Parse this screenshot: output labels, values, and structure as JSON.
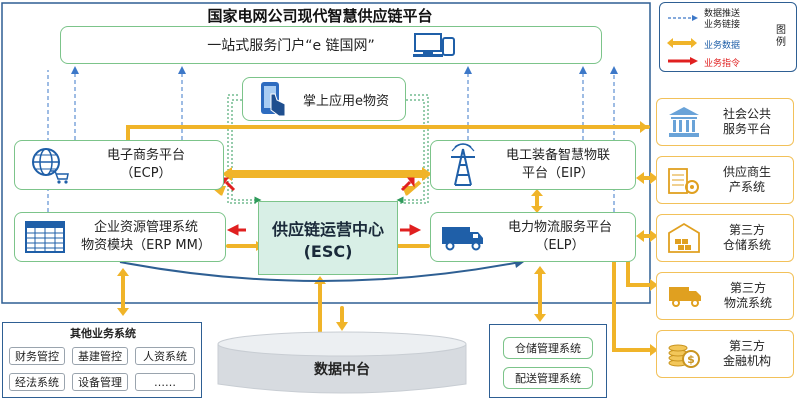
{
  "title": "国家电网公司现代智慧供应链平台",
  "portal": "一站式服务门户“e 链国网”",
  "mobile": "掌上应用e物资",
  "ecp": {
    "line1": "电子商务平台",
    "line2": "（ECP）"
  },
  "erp": {
    "line1": "企业资源管理系统",
    "line2": "物资模块（ERP  MM）"
  },
  "esc": {
    "line1": "供应链运营中心",
    "line2": "(ESC)"
  },
  "eip": {
    "line1": "电工装备智慧物联",
    "line2": "平台（EIP）"
  },
  "elp": {
    "line1": "电力物流服务平台",
    "line2": "（ELP）"
  },
  "data_center": "数据中台",
  "other_systems": {
    "title": "其他业务系统",
    "items": [
      "财务管控",
      "基建管控",
      "人资系统",
      "经法系统",
      "设备管理",
      "……"
    ]
  },
  "warehouse_systems": [
    "仓储管理系统",
    "配送管理系统"
  ],
  "external": [
    {
      "line1": "社会公共",
      "line2": "服务平台"
    },
    {
      "line1": "供应商生",
      "line2": "产系统"
    },
    {
      "line1": "第三方",
      "line2": "仓储系统"
    },
    {
      "line1": "第三方",
      "line2": "物流系统"
    },
    {
      "line1": "第三方",
      "line2": "金融机构"
    }
  ],
  "legend": {
    "title": "图例",
    "items": [
      "数据推送\n业务链接",
      "业务数据",
      "业务指令"
    ],
    "colors": {
      "push": "#3d78c8",
      "data": "#f0b429",
      "command": "#e02020"
    }
  }
}
